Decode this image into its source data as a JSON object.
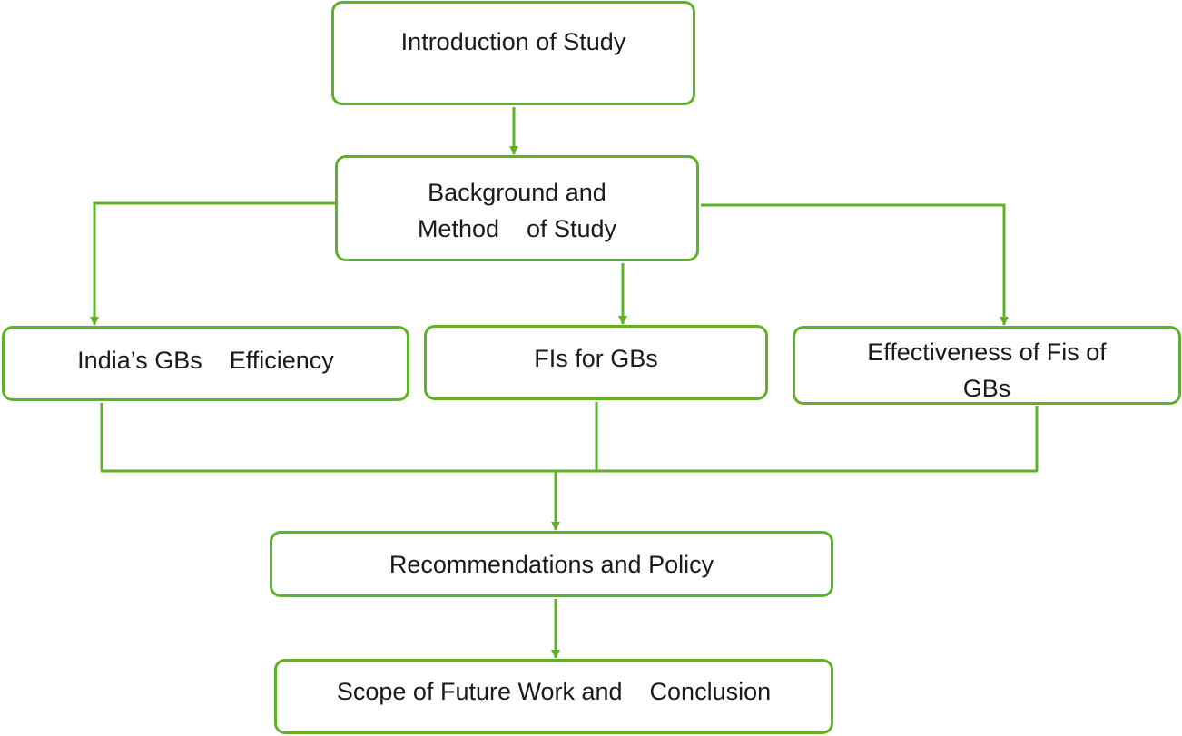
{
  "diagram": {
    "nodes": {
      "intro": "Introduction of Study",
      "background": "Background and\nMethod    of Study",
      "india_gbs": "India’s GBs    Efficiency",
      "fis_for_gbs": "FIs for GBs",
      "effectiveness": "Effectiveness of Fis of\nGBs",
      "recommendations": "Recommendations and Policy",
      "scope": "Scope of Future Work and    Conclusion"
    },
    "colors": {
      "border": "#5fb227",
      "connector": "#5fb227",
      "text": "#1a1a1a",
      "background": "#ffffff"
    }
  }
}
